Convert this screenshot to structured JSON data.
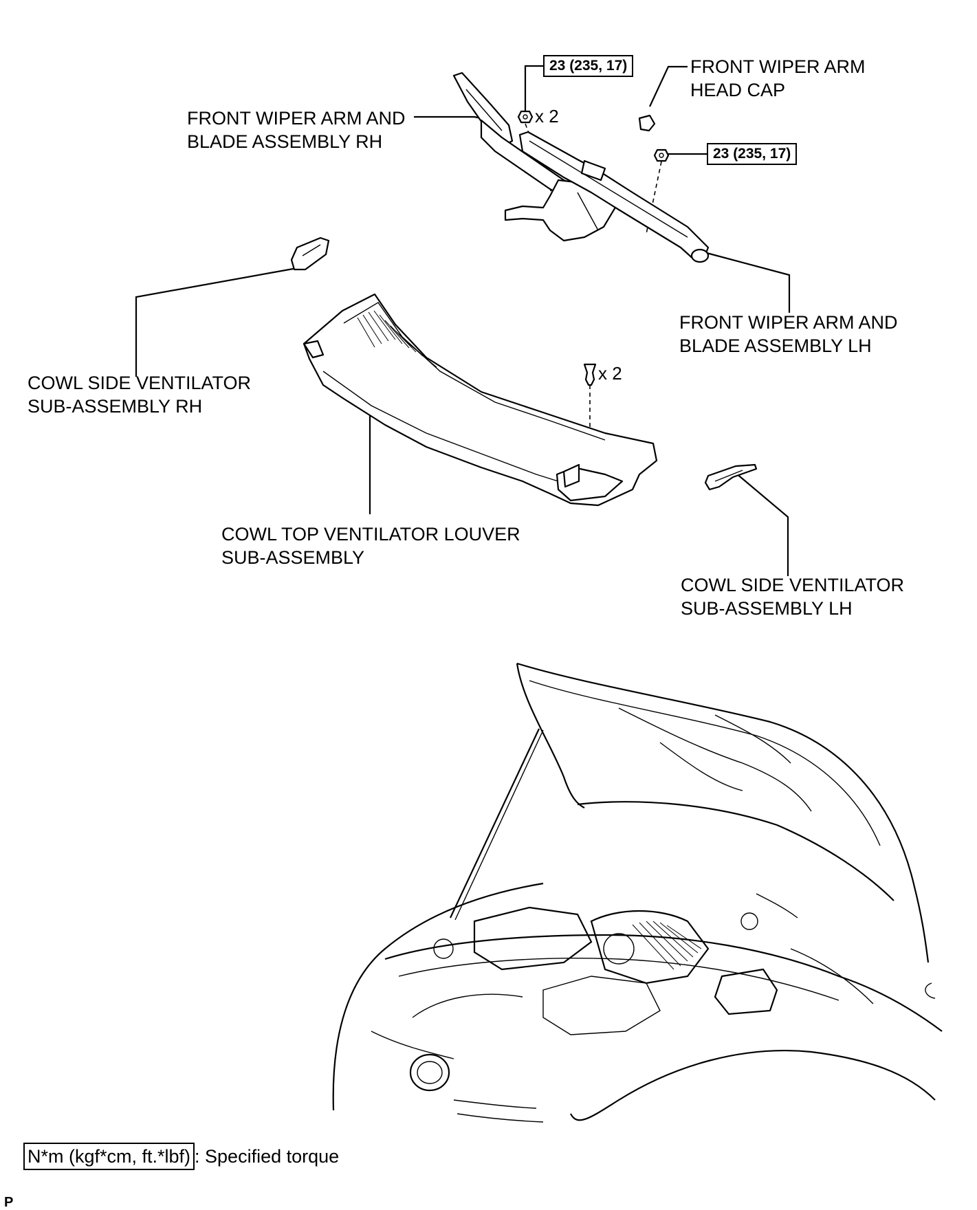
{
  "diagram": {
    "labels": {
      "wiper_rh": [
        "FRONT WIPER ARM AND",
        "BLADE ASSEMBLY RH"
      ],
      "head_cap": [
        "FRONT WIPER ARM",
        "HEAD CAP"
      ],
      "wiper_lh": [
        "FRONT WIPER ARM AND",
        "BLADE ASSEMBLY LH"
      ],
      "cowl_side_rh": [
        "COWL SIDE VENTILATOR",
        "SUB-ASSEMBLY RH"
      ],
      "cowl_top": [
        "COWL TOP VENTILATOR LOUVER",
        "SUB-ASSEMBLY"
      ],
      "cowl_side_lh": [
        "COWL SIDE VENTILATOR",
        "SUB-ASSEMBLY LH"
      ]
    },
    "torques": {
      "nut_rh": "23 (235, 17)",
      "nut_lh": "23 (235, 17)"
    },
    "quantities": {
      "nuts": "x 2",
      "clips": "x 2"
    },
    "legend": {
      "unit_box": "N*m (kgf*cm, ft.*lbf)",
      "description": ": Specified torque"
    },
    "footer_mark": "P"
  }
}
